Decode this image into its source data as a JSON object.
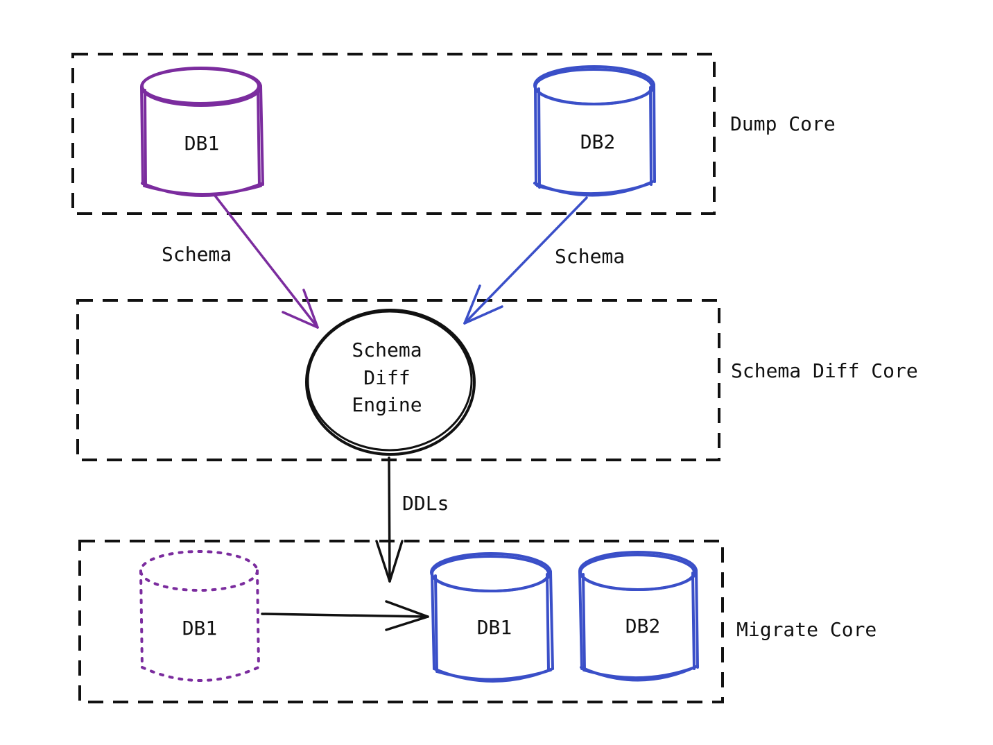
{
  "colors": {
    "purple": "#7B2C9E",
    "blue": "#3A4FC8",
    "ink": "#111111"
  },
  "sections": {
    "dump": {
      "label": "Dump Core"
    },
    "diff": {
      "label": "Schema Diff Core"
    },
    "migrate": {
      "label": "Migrate Core"
    }
  },
  "dump_nodes": {
    "db1": "DB1",
    "db2": "DB2"
  },
  "edges": {
    "left_schema": "Schema",
    "right_schema": "Schema",
    "ddls": "DDLs"
  },
  "engine": {
    "line1": "Schema",
    "line2": "Diff",
    "line3": "Engine"
  },
  "migrate_nodes": {
    "db1_ghost": "DB1",
    "db1": "DB1",
    "db2": "DB2"
  }
}
